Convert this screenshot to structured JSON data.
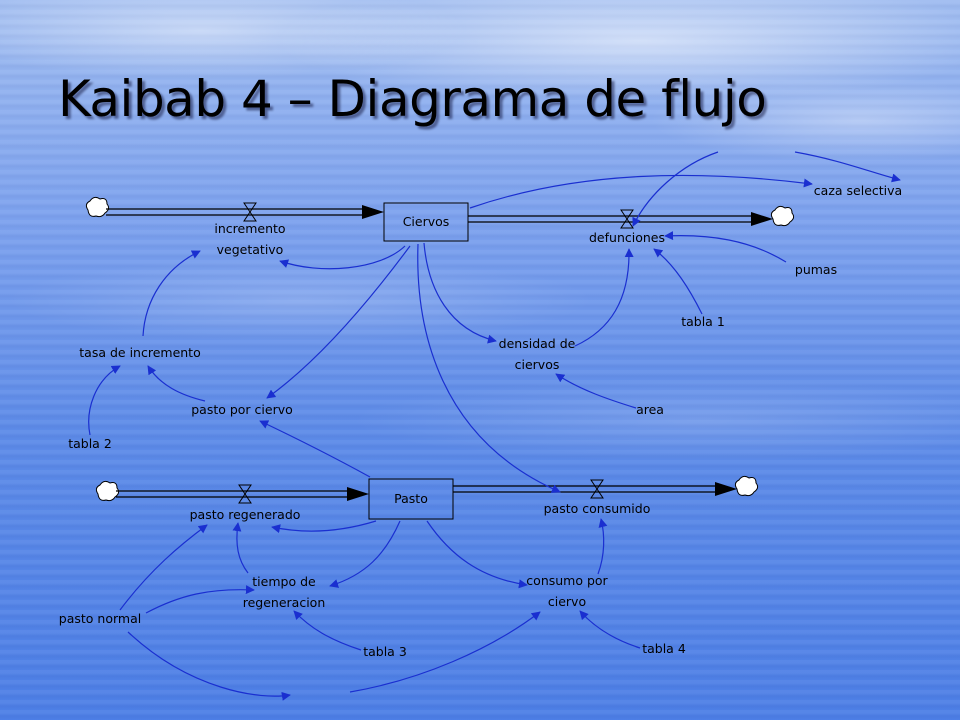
{
  "slide": {
    "title": "Kaibab 4 – Diagrama de flujo"
  },
  "diagram": {
    "stocks": {
      "ciervos": "Ciervos",
      "pasto": "Pasto"
    },
    "flows": {
      "incremento_vegetativo": [
        "incremento",
        "vegetativo"
      ],
      "defunciones": "defunciones",
      "pasto_regenerado": "pasto regenerado",
      "pasto_consumido": "pasto consumido"
    },
    "variables": {
      "caza_selectiva": "caza selectiva",
      "pumas": "pumas",
      "tabla_1": "tabla 1",
      "densidad_de_ciervos": [
        "densidad de",
        "ciervos"
      ],
      "area": "area",
      "tasa_de_incremento": "tasa de incremento",
      "tabla_2": "tabla 2",
      "pasto_por_ciervo": "pasto por ciervo",
      "tiempo_de_regeneracion": [
        "tiempo de",
        "regeneracion"
      ],
      "pasto_normal": "pasto normal",
      "tabla_3": "tabla 3",
      "consumo_por_ciervo": [
        "consumo por",
        "ciervo"
      ],
      "tabla_4": "tabla 4"
    },
    "colors": {
      "link": "#1a2fd0",
      "pipe": "#000000",
      "label": "#000000"
    }
  }
}
